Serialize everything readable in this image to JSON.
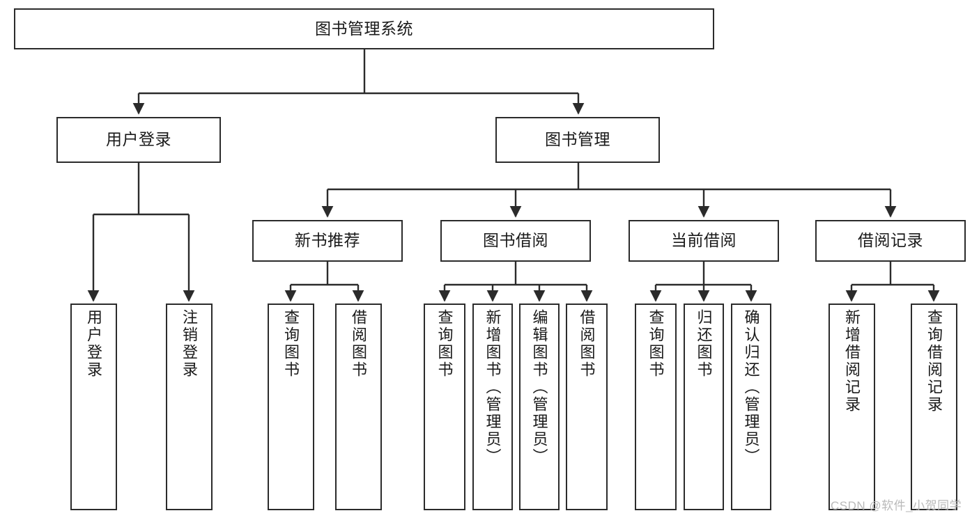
{
  "diagram": {
    "title": "图书管理系统",
    "type": "tree",
    "watermark": "CSDN @软件_小贺同学",
    "colors": {
      "box_border": "#2b2b2b",
      "box_fill": "#ffffff",
      "connector": "#2b2b2b",
      "watermark": "#b9b9b9",
      "background": "#ffffff"
    },
    "nodes": {
      "root": {
        "label": "图书管理系统"
      },
      "level2": [
        {
          "id": "user-login",
          "label": "用户登录"
        },
        {
          "id": "book-management",
          "label": "图书管理"
        }
      ],
      "level3": [
        {
          "id": "new-book-recommend",
          "label": "新书推荐"
        },
        {
          "id": "book-borrow",
          "label": "图书借阅"
        },
        {
          "id": "current-borrow",
          "label": "当前借阅"
        },
        {
          "id": "borrow-record",
          "label": "借阅记录"
        }
      ],
      "leaves": {
        "user_login": [
          {
            "id": "leaf-user-login",
            "label": "用户登录"
          },
          {
            "id": "leaf-logout-login",
            "label": "注销登录"
          }
        ],
        "new_book_recommend": [
          {
            "id": "leaf-query-book-1",
            "label": "查询图书"
          },
          {
            "id": "leaf-borrow-book-1",
            "label": "借阅图书"
          }
        ],
        "book_borrow": [
          {
            "id": "leaf-query-book-2",
            "label": "查询图书"
          },
          {
            "id": "leaf-add-book",
            "label": "新增图书（管理员）"
          },
          {
            "id": "leaf-edit-book",
            "label": "编辑图书（管理员）"
          },
          {
            "id": "leaf-borrow-book-2",
            "label": "借阅图书"
          }
        ],
        "current_borrow": [
          {
            "id": "leaf-query-book-3",
            "label": "查询图书"
          },
          {
            "id": "leaf-return-book",
            "label": "归还图书"
          },
          {
            "id": "leaf-confirm-return",
            "label": "确认归还（管理员）"
          }
        ],
        "borrow_record": [
          {
            "id": "leaf-add-record",
            "label": "新增借阅记录"
          },
          {
            "id": "leaf-query-record",
            "label": "查询借阅记录"
          }
        ]
      }
    }
  }
}
